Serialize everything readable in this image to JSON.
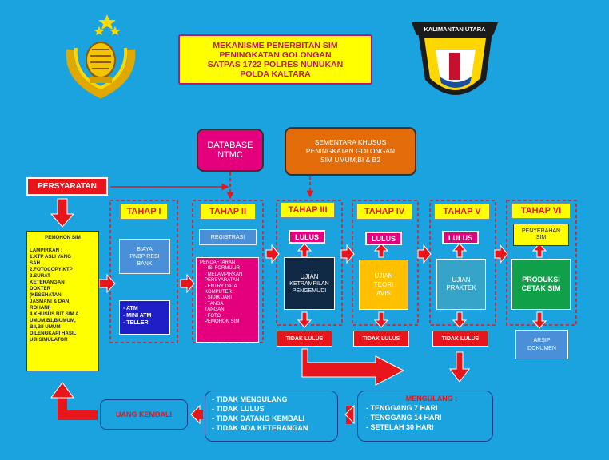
{
  "title": {
    "lines": [
      "MEKANISME  PENERBITAN  SIM",
      "PENINGKATAN  GOLONGAN",
      "SATPAS  1722 POLRES  NUNUKAN",
      "POLDA KALTARA"
    ]
  },
  "emblem_right": {
    "banner": "KALIMANTAN UTARA"
  },
  "database": {
    "lines": [
      "DATABASE",
      "NTMC"
    ]
  },
  "sementara": {
    "lines": [
      "SEMENTARA KHUSUS",
      "PENINGKATAN GOLONGAN",
      "SIM UMUM,BI & B2"
    ]
  },
  "persyaratan": "PERSYARATAN",
  "pemohon": {
    "title": "PEMOHON  SIM",
    "lines": [
      "LAMPIRKAN  :",
      "1.KTP ASLI  YANG",
      "   SAH",
      "2.FOTOCOPY   KTP",
      "3.SURAT",
      "   KETERANGAN",
      "   DOKTER",
      "   (KESEHATAN",
      "   JASMANI & DAN",
      "   ROHANI)",
      "4.KHUSUS BIT SIM A",
      "UMUM,B1,BIUMUM,",
      "BII,BII          UMUM",
      "DILENGKAPI   HASIL",
      "UJI SIMULATOR"
    ]
  },
  "tahap": [
    "TAHAP I",
    "TAHAP II",
    "TAHAP III",
    "TAHAP IV",
    "TAHAP V",
    "TAHAP VI"
  ],
  "biaya": {
    "lines": [
      "BIAYA",
      "PNBP RESI",
      "BANK"
    ]
  },
  "atm": {
    "lines": [
      "-  ATM",
      "-  MINI ATM",
      "-  TELLER"
    ]
  },
  "registrasi": "REGISTRASI",
  "pendaftaran": {
    "title": "PENDAFTARAN",
    "items": [
      "- ISI FORMULIR",
      "- MELAMPIRKAN",
      "  PERSYARATAN",
      "- ENTRY DATA",
      "  KOMPUTER",
      "- SIDIK JARI",
      "- TANDA",
      "  TANGAN",
      "- FOTO",
      "  PEMOHON  SIM"
    ]
  },
  "lulus": "LULUS",
  "tidak_lulus": "TIDAK LULUS",
  "ujian3": {
    "lines": [
      "UJIAN",
      "KETRAMPILAN",
      "PENGEMUDI"
    ]
  },
  "ujian4": {
    "lines": [
      "UJIAN",
      "TEORI",
      "AVIS"
    ]
  },
  "ujian5": {
    "lines": [
      "UJIAN",
      "PRAKTEK"
    ]
  },
  "produksi": {
    "lines": [
      "PRODUKSI",
      "CETAK SIM"
    ]
  },
  "penyerahan": {
    "lines": [
      "PENYERAHAN",
      "SIM"
    ]
  },
  "arsip": {
    "lines": [
      "ARSIP",
      "DOKUMEN"
    ]
  },
  "mengulang": {
    "title": "MENGULANG  :",
    "items": [
      "- TENGGANG 7 HARI",
      "- TENGGANG 14 HARI",
      "- SETELAH 30 HARI"
    ]
  },
  "tidak_mengulang": {
    "items": [
      "- TIDAK MENGULANG",
      "- TIDAK LULUS",
      "- TIDAK DATANG KEMBALI",
      "- TIDAK ADA KETERANGAN"
    ]
  },
  "uang_kembali": "UANG KEMBALI",
  "colors": {
    "background": "#1AA3DE",
    "yellow": "#FFFF00",
    "red": "#E8161B",
    "magenta": "#E4007C"
  }
}
